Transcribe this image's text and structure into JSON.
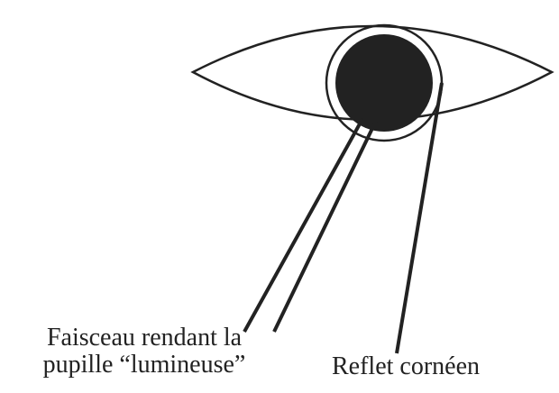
{
  "labels": {
    "beam_line1": "Faisceau rendant la",
    "beam_line2": "pupille “lumineuse”",
    "reflex": "Reflet cornéen"
  },
  "icons": {
    "eye": "eye-outline-icon",
    "pupil": "pupil-icon",
    "iris": "iris-circle-icon"
  },
  "colors": {
    "ink": "#222222",
    "background": "#ffffff"
  }
}
